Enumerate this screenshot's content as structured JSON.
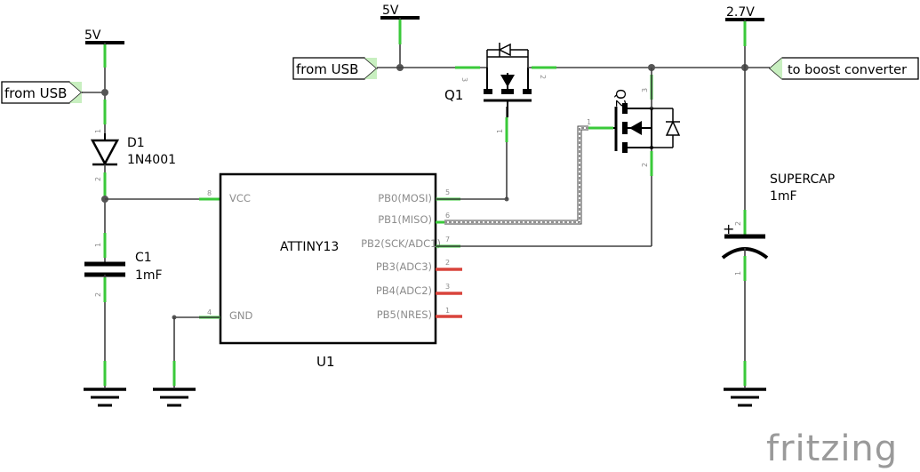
{
  "title": "fritzing",
  "nets": {
    "v5_left": "5V",
    "v5_top": "5V",
    "v27": "2.7V"
  },
  "ports": {
    "usb_left": "from USB",
    "usb_top": "from USB",
    "boost": "to boost converter"
  },
  "parts": {
    "d1_ref": "D1",
    "d1_val": "1N4001",
    "c1_ref": "C1",
    "c1_val": "1mF",
    "q1_ref": "Q1",
    "q2_ref": "Q2",
    "u1_ref": "U1",
    "u1_name": "ATTINY13",
    "sc_name": "SUPERCAP",
    "sc_val": "1mF",
    "sc_plus": "+"
  },
  "u1_pins": {
    "vcc": "VCC",
    "gnd": "GND",
    "pb0": "PB0(MOSI)",
    "pb1": "PB1(MISO)",
    "pb2": "PB2(SCK/ADC1)",
    "pb3": "PB3(ADC3)",
    "pb4": "PB4(ADC2)",
    "pb5": "PB5(NRES)"
  },
  "pin_numbers": {
    "vcc": "8",
    "gnd": "4",
    "pb0": "5",
    "pb1": "6",
    "pb2": "7",
    "pb3": "2",
    "pb4": "3",
    "pb5": "1",
    "d1_a": "1",
    "d1_k": "2",
    "c1_a": "1",
    "c1_b": "2",
    "q1_s": "3",
    "q1_d": "2",
    "q1_g": "1",
    "q2_g": "1",
    "q2_d": "3",
    "q2_s": "2",
    "sc_p": "2",
    "sc_n": "1"
  }
}
